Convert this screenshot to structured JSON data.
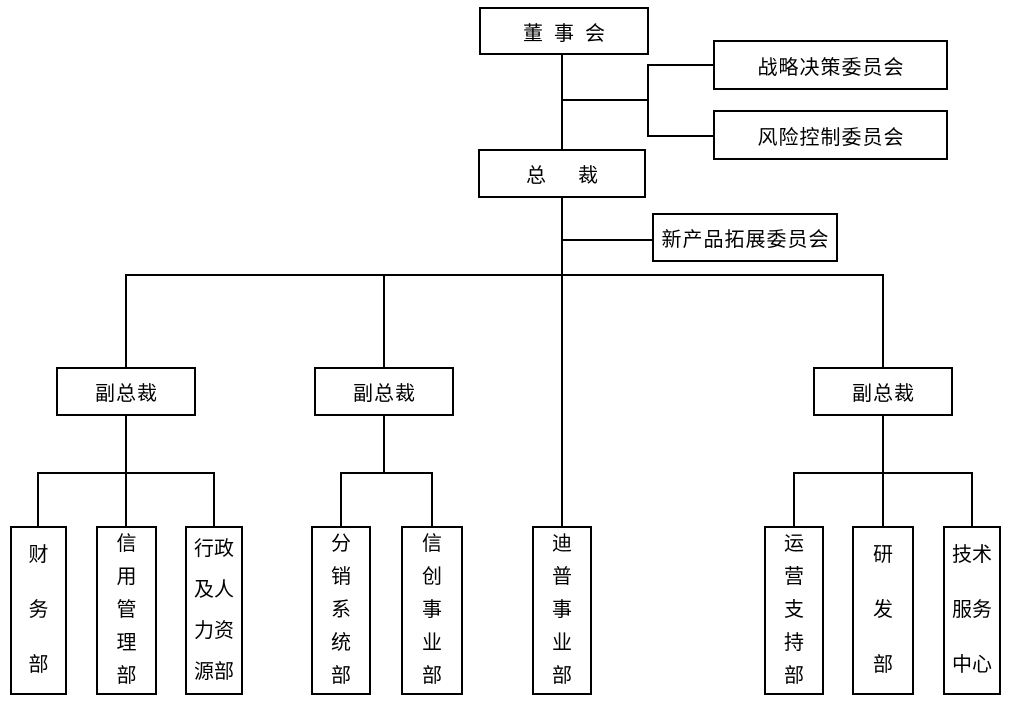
{
  "page": {
    "background_color": "#ffffff",
    "line_color": "#000000",
    "box_fill_color": "#ffffff",
    "box_border_color": "#000000",
    "text_color": "#000000"
  },
  "boxes": {
    "board": {
      "label": "董事会",
      "reports_to": null
    },
    "strategy_committee": {
      "label": "战略决策委员会",
      "reports_to": "board"
    },
    "risk_committee": {
      "label": "风险控制委员会",
      "reports_to": "board"
    },
    "president": {
      "label": "总裁",
      "reports_to": "board"
    },
    "new_product_committee": {
      "label": "新产品拓展委员会",
      "reports_to": "president"
    },
    "vp_left": {
      "label": "副总裁",
      "reports_to": "president"
    },
    "vp_middle": {
      "label": "副总裁",
      "reports_to": "president"
    },
    "vp_right": {
      "label": "副总裁",
      "reports_to": "president"
    },
    "finance_dept": {
      "label": "财务部",
      "display": "财\n务\n部",
      "reports_to": "vp_left"
    },
    "credit_management_dept": {
      "label": "信用管理部",
      "display": "信\n用\n管\n理\n部",
      "reports_to": "vp_left"
    },
    "admin_hr_dept": {
      "label": "行政及人力资源部",
      "display": "行政\n及人\n力资\n源部",
      "reports_to": "vp_left"
    },
    "distribution_system_dept": {
      "label": "分销系统部",
      "display": "分\n销\n系\n统\n部",
      "reports_to": "vp_middle"
    },
    "xinchuang_business_dept": {
      "label": "信创事业部",
      "display": "信\n创\n事\n业\n部",
      "reports_to": "vp_middle"
    },
    "dipu_business_dept": {
      "label": "迪普事业部",
      "display": "迪\n普\n事\n业\n部",
      "reports_to": "president"
    },
    "operation_support_dept": {
      "label": "运营支持部",
      "display": "运\n营\n支\n持\n部",
      "reports_to": "vp_right"
    },
    "rd_dept": {
      "label": "研发部",
      "display": "研\n发\n部",
      "reports_to": "vp_right"
    },
    "tech_service_center": {
      "label": "技术服务中心",
      "display": "技术\n服务\n中心",
      "reports_to": "vp_right"
    }
  }
}
